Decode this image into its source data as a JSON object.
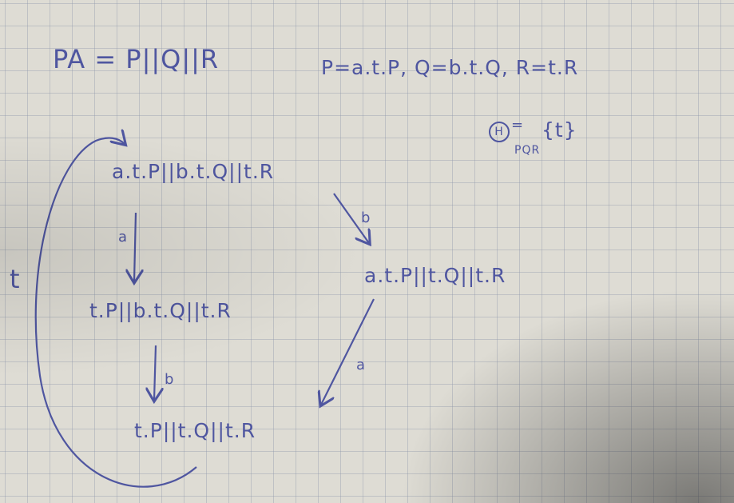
{
  "header": {
    "pa_definition": "PA = P||Q||R",
    "process_definitions": "P=a.t.P, Q=b.t.Q, R=t.R",
    "hiding_symbol": "H",
    "hiding_equals": "=",
    "hiding_subscript": "PQR",
    "hiding_set": "{t}"
  },
  "states": {
    "s0": "a.t.P||b.t.Q||t.R",
    "s1": "t.P||b.t.Q||t.R",
    "s2": "a.t.P||t.Q||t.R",
    "s3": "t.P||t.Q||t.R"
  },
  "transitions": {
    "s0_to_s1": "a",
    "s0_to_s2": "b",
    "s1_to_s3": "b",
    "s2_to_s3": "a",
    "s3_to_s0": "t"
  },
  "colors": {
    "ink": "#4f56a0",
    "paper": "#dedcd4",
    "grid": "#8c96aa"
  }
}
